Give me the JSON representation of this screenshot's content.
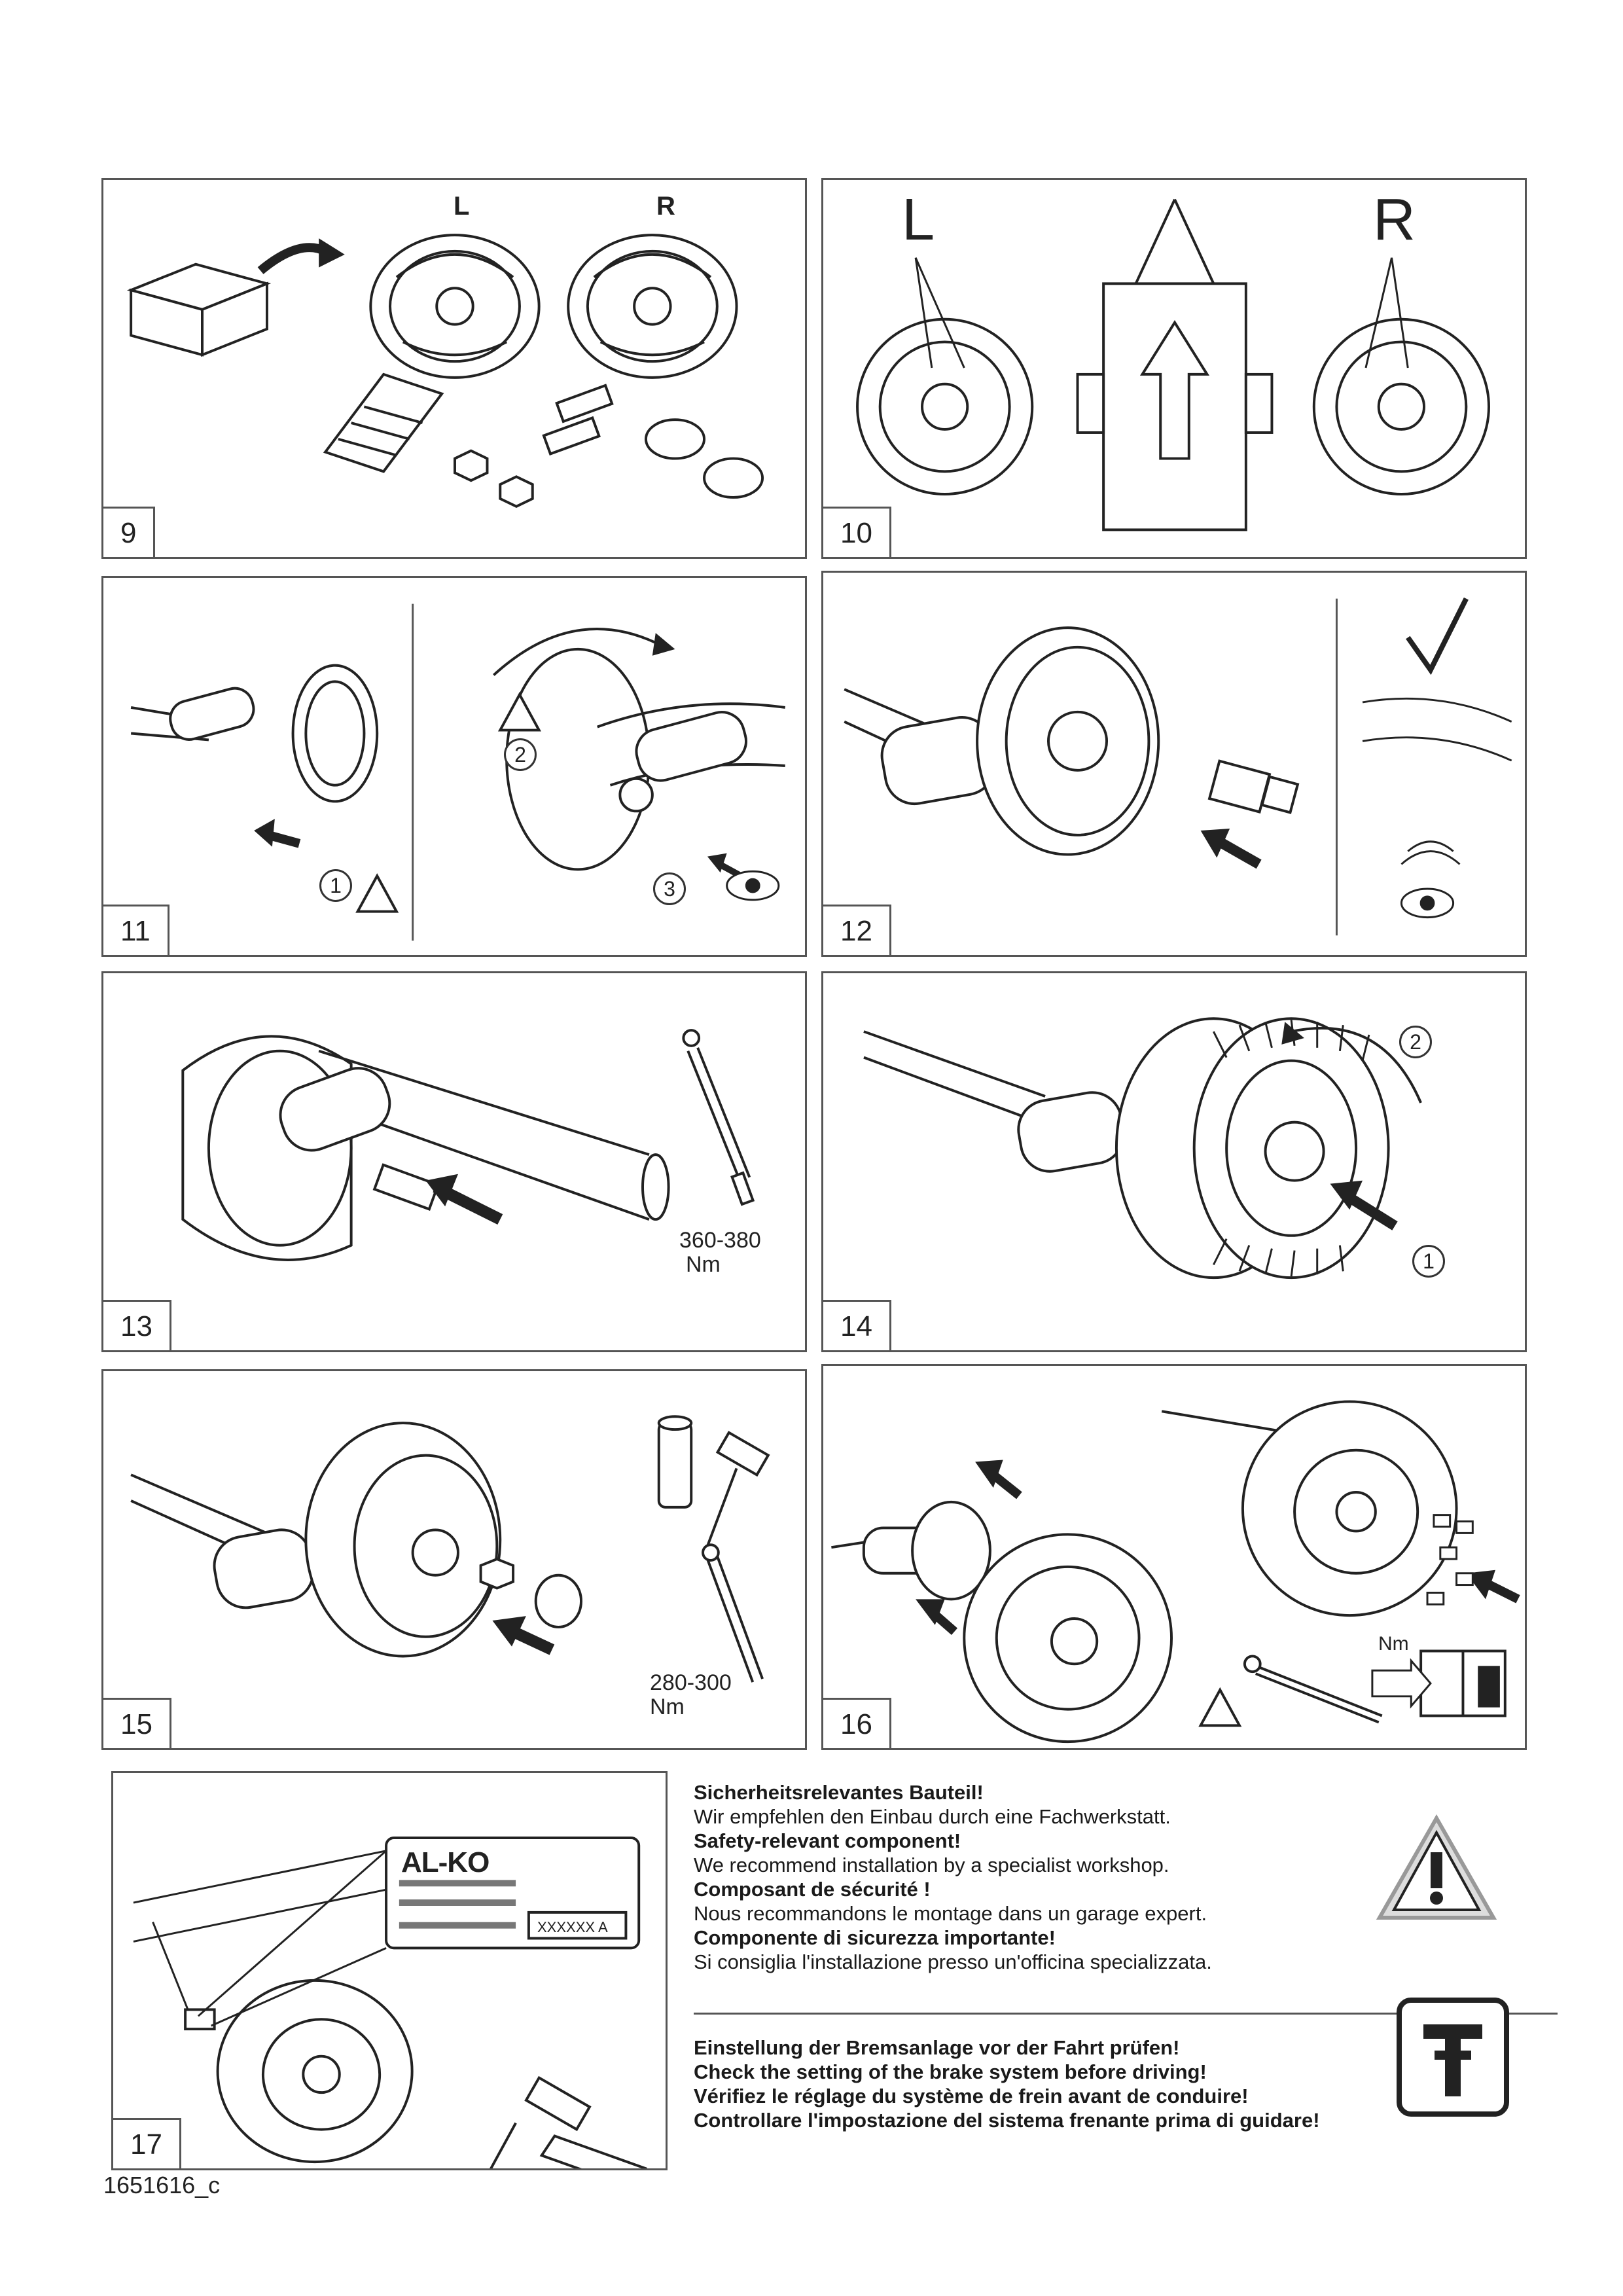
{
  "panels": {
    "p9": {
      "number": "9",
      "label_left": "L",
      "label_right": "R"
    },
    "p10": {
      "number": "10",
      "label_left": "L",
      "label_right": "R"
    },
    "p11": {
      "number": "11",
      "step1": "1",
      "step2": "2",
      "step3": "3"
    },
    "p12": {
      "number": "12"
    },
    "p13": {
      "number": "13",
      "torque_value": "360-380",
      "torque_unit": "Nm"
    },
    "p14": {
      "number": "14",
      "step1": "1",
      "step2": "2"
    },
    "p15": {
      "number": "15",
      "torque_value": "280-300",
      "torque_unit": "Nm"
    },
    "p16": {
      "number": "16",
      "torque_unit": "Nm"
    },
    "p17": {
      "number": "17",
      "brand": "AL-KO",
      "plate_code": "XXXXXX A"
    }
  },
  "safety": {
    "de_title": "Sicherheitsrelevantes Bauteil!",
    "de_text": "Wir empfehlen den Einbau durch eine Fachwerkstatt.",
    "en_title": "Safety-relevant component!",
    "en_text": "We recommend installation by a specialist workshop.",
    "fr_title": "Composant de sécurité !",
    "fr_text": "Nous recommandons le montage dans un garage expert.",
    "it_title": "Componente di sicurezza importante!",
    "it_text": "Si consiglia l'installazione presso un'officina specializzata."
  },
  "brake_check": {
    "de": "Einstellung der Bremsanlage vor der Fahrt prüfen!",
    "en": "Check the setting of the brake system before driving!",
    "fr": "Vérifiez le réglage du système de frein avant de conduire!",
    "it": "Controllare l'impostazione del sistema frenante prima di guidare!"
  },
  "document_number": "1651616_c",
  "icons": [
    "warning-triangle-icon",
    "eye-icon",
    "info-book-icon",
    "brake-tool-icon",
    "arrow-icon"
  ]
}
